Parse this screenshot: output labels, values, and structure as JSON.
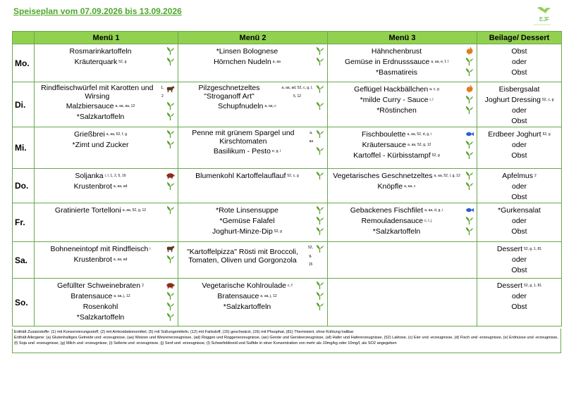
{
  "title": "Speiseplan vom 07.09.2026 bis 13.09.2026",
  "logo_text": "EJF",
  "headers": [
    "",
    "Menü 1",
    "Menü 2",
    "Menü 3",
    "Beilage/ Dessert"
  ],
  "colors": {
    "green_header": "#92d050",
    "border": "#6aa84f",
    "title": "#4ea72a",
    "veg": "#5aa02c",
    "beef": "#5a3a1a",
    "pork": "#8b2d1a",
    "chicken": "#e07b1a",
    "fish": "#2b5fd0"
  },
  "days": [
    {
      "day": "Mo.",
      "m1": [
        {
          "t": "Rosmarinkartoffeln",
          "s": "",
          "i": "veg"
        },
        {
          "t": "Kräuterquark",
          "s": "52, g",
          "i": "veg"
        }
      ],
      "m2": [
        {
          "t": "*Linsen Bolognese",
          "s": "",
          "i": "veg"
        },
        {
          "t": "Hörnchen Nudeln",
          "s": "a, aa",
          "i": "veg"
        }
      ],
      "m3": [
        {
          "t": "Hähnchenbrust",
          "s": "",
          "i": "chicken"
        },
        {
          "t": "Gemüse in Erdnusssauce",
          "s": "a, aa, e, f, l",
          "i": "veg"
        },
        {
          "t": "*Basmatireis",
          "s": "",
          "i": "veg"
        }
      ],
      "side": [
        "Obst",
        "oder",
        "Obst"
      ]
    },
    {
      "day": "Di.",
      "m1": [
        {
          "t": "Rindfleischwürfel mit Karotten und Wirsing",
          "s": "1, 2",
          "i": "beef"
        },
        {
          "t": "Malzbiersauce",
          "s": "a, aa, aa, 12",
          "i": "veg"
        },
        {
          "t": "*Salzkartoffeln",
          "s": "",
          "i": "veg"
        }
      ],
      "m2": [
        {
          "t": "Pilzgeschnetzeltes \"Stroganoff Art\"",
          "s": "a, aa, ad, 52, c, g, l, 5, 12",
          "i": "veg"
        },
        {
          "t": "Schupfnudeln",
          "s": "a, aa, c",
          "i": "veg"
        }
      ],
      "m3": [
        {
          "t": "Geflügel Hackbällchen",
          "s": "a, c, g",
          "i": "chicken"
        },
        {
          "t": "*milde Curry - Sauce",
          "s": "i, l",
          "i": "veg"
        },
        {
          "t": "*Röstinchen",
          "s": "",
          "i": "veg"
        }
      ],
      "side": [
        "Eisbergsalat",
        "Joghurt Dressing",
        "oder",
        "Obst"
      ],
      "side_sup": [
        "",
        "52, c, g",
        "",
        ""
      ]
    },
    {
      "day": "Mi.",
      "m1": [
        {
          "t": "Grießbrei",
          "s": "a, aa, 52, f, g",
          "i": "veg"
        },
        {
          "t": "*Zimt und Zucker",
          "s": "",
          "i": "veg"
        }
      ],
      "m2": [
        {
          "t": "Penne mit grünem Spargel und Kirschtomaten",
          "s": "a, aa",
          "i": "veg"
        },
        {
          "t": "Basilikum - Pesto",
          "s": "e, g, i",
          "i": "veg"
        }
      ],
      "m3": [
        {
          "t": "Fischboulette",
          "s": "a, aa, 52, d, g, i",
          "i": "fish"
        },
        {
          "t": "Kräutersauce",
          "s": "a, aa, 52, g, 12",
          "i": "veg"
        },
        {
          "t": "Kartoffel - Kürbisstampf",
          "s": "52, g",
          "i": "veg"
        }
      ],
      "side": [
        "Erdbeer Joghurt",
        "oder",
        "Obst"
      ],
      "side_sup": [
        "52, g",
        "",
        ""
      ]
    },
    {
      "day": "Do.",
      "m1": [
        {
          "t": "Soljanka",
          "s": "i, l, 1, 2, 5, 16",
          "i": "pork"
        },
        {
          "t": "Krustenbrot",
          "s": "a, aa, ad",
          "i": "veg"
        }
      ],
      "m2": [
        {
          "t": "Blumenkohl Kartoffelauflauf",
          "s": "52, c, g",
          "i": "veg"
        }
      ],
      "m3": [
        {
          "t": "Vegetarisches Geschnetzeltes",
          "s": "a, aa, 52, l, g, 12",
          "i": "veg"
        },
        {
          "t": "Knöpfle",
          "s": "a, aa, c",
          "i": "veg"
        }
      ],
      "side": [
        "Apfelmus",
        "oder",
        "Obst"
      ],
      "side_sup": [
        "2",
        "",
        ""
      ]
    },
    {
      "day": "Fr.",
      "m1": [
        {
          "t": "Gratinierte Tortelloni",
          "s": "a, aa, 52, g, 12",
          "i": "veg"
        }
      ],
      "m2": [
        {
          "t": "*Rote Linsensuppe",
          "s": "",
          "i": "veg"
        },
        {
          "t": "*Gemüse Falafel",
          "s": "",
          "i": "veg"
        },
        {
          "t": "Joghurt-Minze-Dip",
          "s": "52, g",
          "i": "veg"
        }
      ],
      "m3": [
        {
          "t": "Gebackenes Fischfilet",
          "s": "a, aa, d, g, i",
          "i": "fish"
        },
        {
          "t": "Remouladensauce",
          "s": "c, l, j",
          "i": "veg"
        },
        {
          "t": "*Salzkartoffeln",
          "s": "",
          "i": "veg"
        }
      ],
      "side": [
        "*Gurkensalat",
        "oder",
        "Obst"
      ],
      "side_sup": [
        "",
        "",
        ""
      ]
    },
    {
      "day": "Sa.",
      "m1": [
        {
          "t": "Bohneneintopf mit Rindfleisch",
          "s": "i",
          "i": "beef"
        },
        {
          "t": "Krustenbrot",
          "s": "a, aa, ad",
          "i": "veg"
        }
      ],
      "m2": [
        {
          "t": "\"Kartoffelpizza\" Rösti mit Broccoli, Tomaten, Oliven und Gorgonzola",
          "s": "52, g, 15",
          "i": "veg"
        }
      ],
      "m3": [],
      "side": [
        "Dessert",
        "oder",
        "Obst"
      ],
      "side_sup": [
        "52, g, 1, 81",
        "",
        ""
      ]
    },
    {
      "day": "So.",
      "m1": [
        {
          "t": "Gefüllter Schweinebraten",
          "s": "2",
          "i": "pork"
        },
        {
          "t": "Bratensauce",
          "s": "a, aa, j, 12",
          "i": "veg"
        },
        {
          "t": "Rosenkohl",
          "s": "",
          "i": "veg"
        },
        {
          "t": "*Salzkartoffeln",
          "s": "",
          "i": "veg"
        }
      ],
      "m2": [
        {
          "t": "Vegetarische Kohlroulade",
          "s": "c, f",
          "i": "veg"
        },
        {
          "t": "Bratensauce",
          "s": "a, aa, j, 12",
          "i": "veg"
        },
        {
          "t": "*Salzkartoffeln",
          "s": "",
          "i": "veg"
        }
      ],
      "m3": [],
      "side": [
        "Dessert",
        "oder",
        "Obst"
      ],
      "side_sup": [
        "52, g, 1, 81",
        "",
        ""
      ]
    }
  ],
  "footnote_1": "Enthält Zusatzstoffe: (1) mit Konservierungsstoff, (2) mit Antioxidationsmittel, (5) mit Süßungsmitteln, (12) mit Farbstoff, (15) geschwärzt, (16) mit Phosphat, (81) Thermisiert, ohne Kühlung haltbar",
  "footnote_2": "Enthält Allergene: (a) Glutenhaltiges Getreide und -erzeugnisse, (aa) Weizen und Weizenerzeugnisse, (ad) Roggen und Roggenerzeugnisse, (ae) Gerste und Gersteerzeugnisse, (af) Hafer und Hafererzeugnisse, (52) Laktose, (c) Eier und -erzeugnisse, (d) Fisch und -erzeugnisse, (e) Erdnüsse und -erzeugnisse, (f) Soja und -erzeugnisse, (g) Milch und -erzeugnisse, (i) Sellerie und -erzeugnisse, (j) Senf und -erzeugnisse, (l) Schwefeldioxid und Sulfide in einer Konzentration von mehr als 10mg/kg oder 10mg/l, als SO2 angegeben"
}
